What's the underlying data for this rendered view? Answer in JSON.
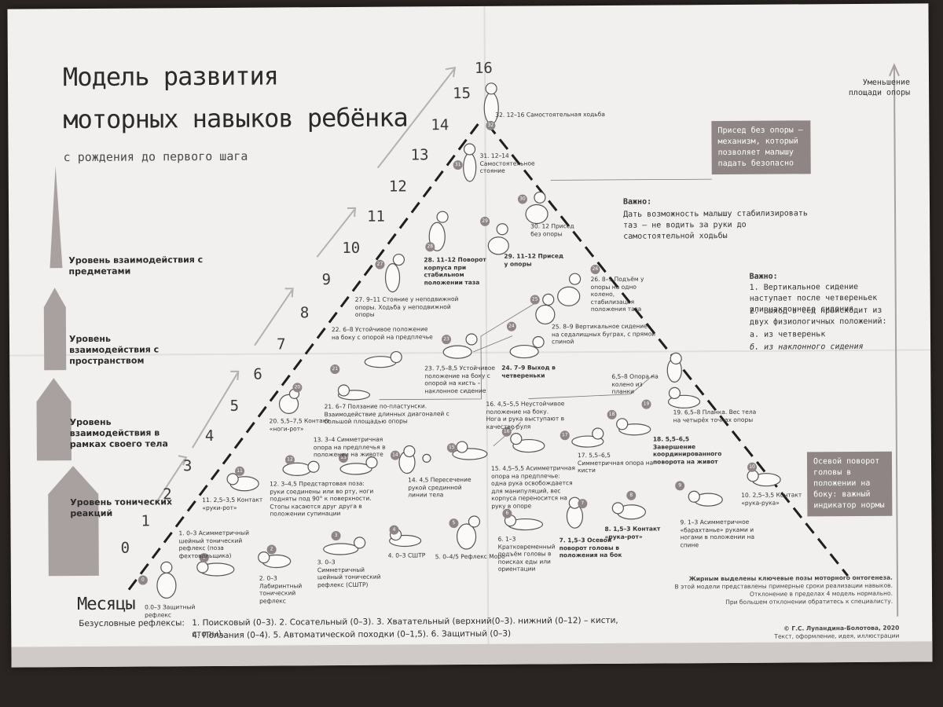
{
  "title_line1": "Модель развития",
  "title_line2": "моторных навыков ребёнка",
  "subtitle": "с рождения до первого шага",
  "support_label": "Уменьшение площади опоры",
  "months_label": "Месяцы",
  "levels": [
    "Уровень взаимодействия с предметами",
    "Уровень взаимодействия с пространством",
    "Уровень взаимодействия в рамках своего тела",
    "Уровень тонических реакций"
  ],
  "scale_numbers": [
    "0",
    "1",
    "2",
    "3",
    "4",
    "5",
    "6",
    "7",
    "8",
    "9",
    "10",
    "11",
    "12",
    "13",
    "14",
    "15",
    "16"
  ],
  "skills": [
    {
      "n": "0",
      "text": "0.0–3 Защитный рефлекс"
    },
    {
      "n": "1",
      "text": "1. 0–3 Асимметричный шейный тонический рефлекс (поза фехтовальщика)"
    },
    {
      "n": "2",
      "text": "2. 0–3 Лабиринтный тонический рефлекс"
    },
    {
      "n": "3",
      "text": "3. 0–3 Симметричный шейный тонический рефлекс (СШТР)"
    },
    {
      "n": "4",
      "text": "4. 0–3 СШТР"
    },
    {
      "n": "5",
      "text": "5. 0–4/5 Рефлекс Моро"
    },
    {
      "n": "6",
      "text": "6. 1–3 Кратковременный подъём головы в поисках еды или ориентации"
    },
    {
      "n": "7",
      "text": "7. 1,5–3 Осевой поворот головы в положения на бок"
    },
    {
      "n": "8",
      "text": "8. 1,5–3 Контакт «рука-рот»"
    },
    {
      "n": "9",
      "text": "9. 1–3 Асимметричное «барахтанье» руками и ногами в положении на спине"
    },
    {
      "n": "10",
      "text": "10. 2,5–3,5 Контакт «рука-рука»"
    },
    {
      "n": "11",
      "text": "11. 2,5–3,5 Контакт «руки-рот»"
    },
    {
      "n": "12",
      "text": "12. 3–4,5 Предстартовая поза: руки соединены или во рту, ноги подняты под 90° к поверхности. Стопы касаются друг друга в положении супинации"
    },
    {
      "n": "13",
      "text": "13. 3–4 Симметричная опора на предплечья в положении на животе"
    },
    {
      "n": "14",
      "text": "14. 4,5 Пересечение рукой срединной линии тела"
    },
    {
      "n": "15",
      "text": "15. 4,5–5,5 Асимметричная опора на предплечье: одна рука освобождается для манипуляций, вес корпуса переносится на руку в опоре"
    },
    {
      "n": "16",
      "text": "16. 4,5–5,5 Неустойчивое положение на боку. Нога и рука выступают в качестве руля"
    },
    {
      "n": "17",
      "text": "17. 5,5–6,5 Симметричная опора на кисти"
    },
    {
      "n": "18",
      "text": "18. 5,5–6,5 Завершение координированного поворота на живот"
    },
    {
      "n": "19",
      "text": "19. 6,5–8 Планка. Вес тела на четырёх точках опоры"
    },
    {
      "n": "19a",
      "text": "6,5–8 Опора на колено из планки"
    },
    {
      "n": "20",
      "text": "20. 5,5–7,5 Контакт «ноги-рот»"
    },
    {
      "n": "21",
      "text": "21. 6–7 Ползание по-пластунски. Взаимодействие длинных диагоналей с большой площадью опоры"
    },
    {
      "n": "22",
      "text": "22. 6–8 Устойчивое положение на боку с опорой на предплечье"
    },
    {
      "n": "23",
      "text": "23. 7,5–8,5 Устойчивое положение на боку с опорой на кисть – наклонное сидение"
    },
    {
      "n": "24",
      "text": "24. 7–9 Выход в четвереньки"
    },
    {
      "n": "25",
      "text": "25. 8–9 Вертикальное сидение: на седалищных буграх, с прямой спиной"
    },
    {
      "n": "26",
      "text": "26. 8–9 Подъём у опоры на одно колено, стабилизация положения таза"
    },
    {
      "n": "27",
      "text": "27. 9–11 Стояние у неподвижной опоры. Ходьба у неподвижной опоры"
    },
    {
      "n": "28",
      "text": "28. 11–12 Поворот корпуса при стабильном положении таза"
    },
    {
      "n": "29",
      "text": "29. 11–12 Присед у опоры"
    },
    {
      "n": "30",
      "text": "30. 12 Присед без опоры"
    },
    {
      "n": "31",
      "text": "31. 12–14 Самостоятельное стояние"
    },
    {
      "n": "32",
      "text": "32. 12–16 Самостоятельная ходьба"
    }
  ],
  "box_squat": "Присед без опоры – механизм, который позволяет малышу падать безопасно",
  "box_head": "Осевой поворот головы в положении на боку: важный индикатор нормы",
  "important1_title": "Важно:",
  "important1_text": "Дать возможность малышу стабилизировать таз – не водить за руки до самостоятельной ходьбы",
  "important2_title": "Важно:",
  "important2_lines": [
    "1. Вертикальное сидение наступает после четвереньек или наклонного сидения",
    "2. Выход в сед происходит из двух физиологичных положений:",
    "а. из четвереньк",
    "б. из наклонного сидения"
  ],
  "bold_note": "Жирным выделены ключевые позы моторного онтогенеза.",
  "note_lines": [
    "В этой модели представлены примерные сроки реализации навыков.",
    "Отклонение в пределах 4 модель нормально.",
    "При большем отклонении обратитесь к специалисту."
  ],
  "reflex_label": "Безусловные рефлексы:",
  "reflex_line1": "1. Поисковый (0–3). 2. Сосательный (0–3). 3. Хватательный (верхний(0–3). нижний (0–12) – кисти, стопы).",
  "reflex_line2": "4. Ползания (0–4). 5. Автоматической походки (0–1,5). 6. Защитный (0–3)",
  "copyright": "© Г.С. Лупандина-Болотова, 2020",
  "copyright2": "Текст, оформление, идея, иллюстрации"
}
